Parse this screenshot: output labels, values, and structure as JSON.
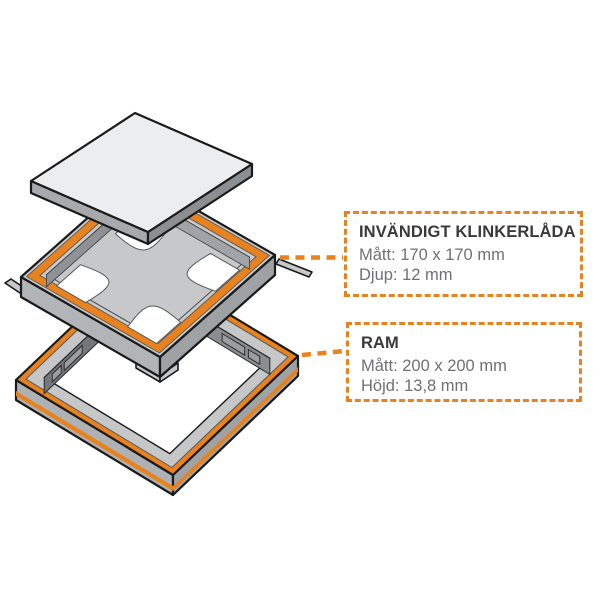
{
  "accent_color": "#E8821E",
  "background_color": "#FFFFFF",
  "diagram": {
    "type": "exploded-isometric-product-view",
    "parts": [
      "tile-lid",
      "tile-tray",
      "frame"
    ]
  },
  "callouts": [
    {
      "id": "tray",
      "title": "INVÄNDIGT KLINKERLÅDA",
      "lines": [
        "Mått: 170 x 170 mm",
        "Djup: 12 mm"
      ]
    },
    {
      "id": "frame",
      "title": "RAM",
      "lines": [
        "Mått: 200 x 200 mm",
        "Höjd: 13,8 mm"
      ]
    }
  ]
}
